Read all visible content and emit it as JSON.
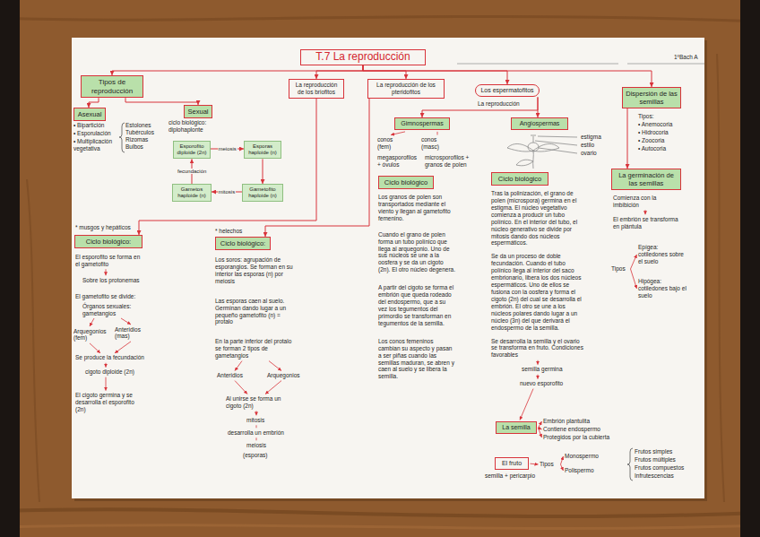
{
  "diagram": {
    "nodes": [
      {
        "text": [
          "T.7 La reproducción"
        ]
      },
      {
        "text": [
          "Tipos de reproducción"
        ]
      },
      {
        "text": [
          "Asexual"
        ]
      },
      {
        "text": [
          "Sexual"
        ]
      },
      {
        "text": [
          "Esporofito",
          "diploide (2n)"
        ]
      },
      {
        "text": [
          "Esporas",
          "haploide (n)"
        ]
      },
      {
        "text": [
          "Gametofito",
          "haploide (n)"
        ]
      },
      {
        "text": [
          "Gametos",
          "haploide (n)"
        ]
      },
      {
        "text": [
          "La reproducción de los briofitos"
        ]
      },
      {
        "text": [
          "La reproducción de los pteridofitos"
        ]
      },
      {
        "text": [
          "Los espermatofitos"
        ]
      },
      {
        "text": [
          "Gimnospermas"
        ]
      },
      {
        "text": [
          "Angiospermas"
        ]
      },
      {
        "text": [
          "Dispersión de las semillas"
        ]
      },
      {
        "text": [
          "Ciclo biológico:"
        ]
      },
      {
        "text": [
          "Ciclo biológico:"
        ]
      },
      {
        "text": [
          "Ciclo biológico"
        ]
      },
      {
        "text": [
          "Ciclo biológico"
        ]
      },
      {
        "text": [
          "La germinación de las semillas"
        ]
      },
      {
        "text": [
          "La semilla"
        ]
      },
      {
        "text": [
          "El fruto"
        ]
      }
    ],
    "edges": [
      {
        "from": 0,
        "to": 1,
        "arrow": "to"
      },
      {
        "from": 0,
        "to": 8,
        "arrow": "to"
      },
      {
        "from": 0,
        "to": 9,
        "arrow": "to"
      },
      {
        "from": 0,
        "to": 10,
        "arrow": "to"
      },
      {
        "from": 0,
        "to": 13,
        "arrow": "to"
      },
      {
        "from": 1,
        "to": 2,
        "arrow": "to"
      },
      {
        "from": 1,
        "to": 3,
        "arrow": "to"
      },
      {
        "from": 4,
        "to": 5,
        "label": "meiosis",
        "arrow": "to"
      },
      {
        "from": 5,
        "to": 6,
        "arrow": "to"
      },
      {
        "from": 6,
        "to": 7,
        "label": "mitosis",
        "arrow": "to"
      },
      {
        "from": 7,
        "to": 4,
        "label": "fecundación",
        "arrow": "to"
      },
      {
        "from": 8,
        "to": 14,
        "arrow": "to"
      },
      {
        "from": 9,
        "to": 15,
        "arrow": "to"
      },
      {
        "from": 10,
        "to": 11,
        "arrow": "to"
      },
      {
        "from": 10,
        "to": 12,
        "arrow": "to"
      },
      {
        "from": 13,
        "to": 18,
        "arrow": "to"
      }
    ],
    "labels": [
      "1ºBach A",
      "• Bipartición",
      "• Esporulación",
      "• Multiplicación vegetativa",
      "Estolones Tubérculos Rizomas Bulbos",
      "ciclo biológico: diplohaplonte",
      "La reproducción",
      "conos (fem)",
      "conos (masc)",
      "megasporofilos + óvulos",
      "microsporofilos + granos de polen",
      "estigma",
      "estilo",
      "ovario",
      "* musgos y hepáticos",
      "El esporofito se forma en el gametofito",
      "Sobre los protonemas",
      "El gametofito se divide:",
      "Órganos sexuales: gametangios",
      "Arquegonios (fem)",
      "Anteridios (mas)",
      "Se produce la fecundación",
      "cigoto diploide (2n)",
      "El cigoto germina y se desarrolla el esporofito (2n)",
      "* helechos",
      "Los soros: agrupación de esporangios. Se forman en su interior las esporas (n) por meiosis",
      "Las esporas caen al suelo. Germinan dando lugar a un pequeño gametofito (n) = protalo",
      "En la parte inferior del protalo se forman 2 tipos de gametangios",
      "Anteridios",
      "Arquegonios",
      "Al unirse se forma un cigoto (2n)",
      "mitosis",
      "desarrolla un embrión",
      "meiosis",
      "(esporas)",
      "Los granos de polen son transportados mediante el viento y llegan al gametofito femenino.",
      "Cuando el grano de polen forma un tubo polínico que llega al arquegonio. Uno de sus núcleos se une a la oosfera y se da un cigoto (2n). El otro núcleo degenera.",
      "A partir del cigoto se forma el embrión que queda rodeado del endospermo, que a su vez los tegumentos del primordio se transforman en tegumentos de la semilla.",
      "Los conos femeninos cambian su aspecto y pasan a ser piñas cuando las semillas maduran, se abren y caen al suelo y se libera la semilla.",
      "Tras la polinización, el grano de polen (microspora) germina en el estigma. El núcleo vegetativo comienza a producir un tubo polínico. En el interior del tubo, el núcleo generativo se divide por mitosis dando dos núcleos espermáticos.",
      "Se da un proceso de doble fecundación. Cuando el tubo polínico llega al interior del saco embrionario, libera los dos núcleos espermáticos. Uno de ellos se fusiona con la oosfera y forma el cigoto (2n) del cual se desarrolla el embrión. El otro se une a los núcleos polares dando lugar a un núcleo (3n) del que derivará el endospermo de la semilla.",
      "Se desarrolla la semilla y el ovario se transforma en fruto. Condiciones favorables",
      "semilla germina",
      "nuevo esporofito",
      "Embrión plantulita",
      "Contiene endospermo",
      "Protegidos por la cubierta",
      "Tipos",
      "Monospermo",
      "Polispermo",
      "Frutos simples",
      "Frutos múltiples",
      "Frutos compuestos",
      "Infrutescencias",
      "semilla + pericarpio",
      "Tipos:",
      "• Anemocoria",
      "• Hidrocoria",
      "• Zoocoria",
      "• Autocoria",
      "Comienza con la imbibición",
      "El embrión se transforma en plántula",
      "Tipos",
      "Epígea: cotiledones sobre el suelo",
      "Hipógea: cotiledones bajo el suelo"
    ]
  }
}
